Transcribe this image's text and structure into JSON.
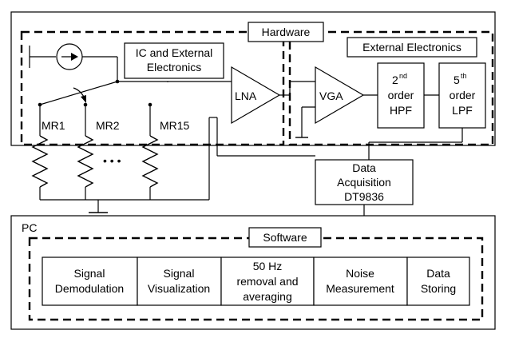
{
  "hardware": {
    "title": "Hardware",
    "ic_box": {
      "line1": "IC and External",
      "line2": "Electronics"
    },
    "ext_box": {
      "title": "External Electronics"
    },
    "lna": "LNA",
    "vga": "VGA",
    "hpf": {
      "ord_num": "2",
      "ord_sup": "nd",
      "line2": "order",
      "line3": "HPF"
    },
    "lpf": {
      "ord_num": "5",
      "ord_sup": "th",
      "line2": "order",
      "line3": "LPF"
    },
    "mr_labels": [
      "MR1",
      "MR2",
      "MR15"
    ],
    "ellipsis": "• • •"
  },
  "daq": {
    "line1": "Data",
    "line2": "Acquisition",
    "line3": "DT9836"
  },
  "pc": {
    "title": "PC",
    "software": {
      "title": "Software",
      "blocks": [
        {
          "line1": "Signal",
          "line2": "Demodulation",
          "line3": ""
        },
        {
          "line1": "Signal",
          "line2": "Visualization",
          "line3": ""
        },
        {
          "line1": "50 Hz",
          "line2": "removal and",
          "line3": "averaging"
        },
        {
          "line1": "Noise",
          "line2": "Measurement",
          "line3": ""
        },
        {
          "line1": "Data",
          "line2": "Storing",
          "line3": ""
        }
      ]
    }
  }
}
